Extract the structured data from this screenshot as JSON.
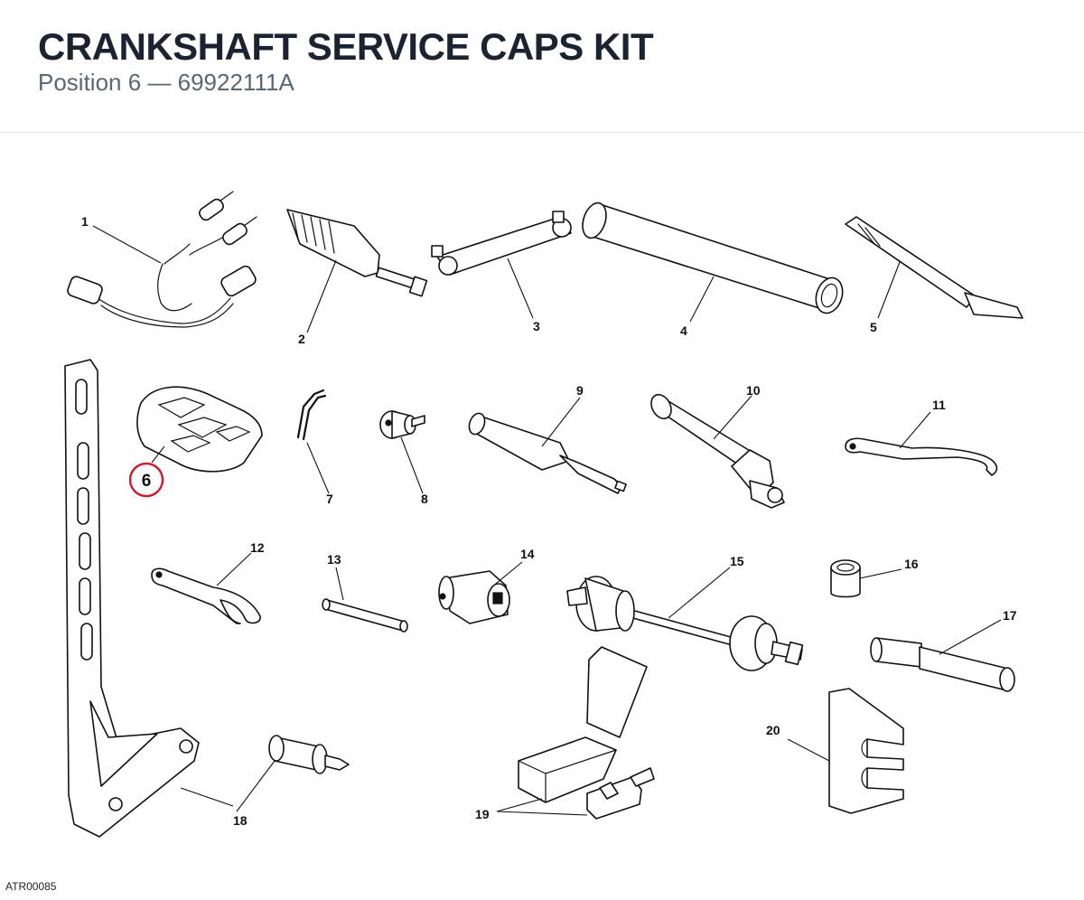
{
  "header": {
    "title": "CRANKSHAFT SERVICE CAPS KIT",
    "subtitle": "Position 6 — 69922111A"
  },
  "callouts": {
    "c1": "1",
    "c2": "2",
    "c3": "3",
    "c4": "4",
    "c5": "5",
    "c6": "6",
    "c7": "7",
    "c8": "8",
    "c9": "9",
    "c10": "10",
    "c11": "11",
    "c12": "12",
    "c13": "13",
    "c14": "14",
    "c15": "15",
    "c16": "16",
    "c17": "17",
    "c18": "18",
    "c19": "19",
    "c20": "20"
  },
  "highlight": {
    "color": "#d0192c",
    "callout": "6"
  },
  "footer": {
    "drawing_code": "ATR00085"
  }
}
